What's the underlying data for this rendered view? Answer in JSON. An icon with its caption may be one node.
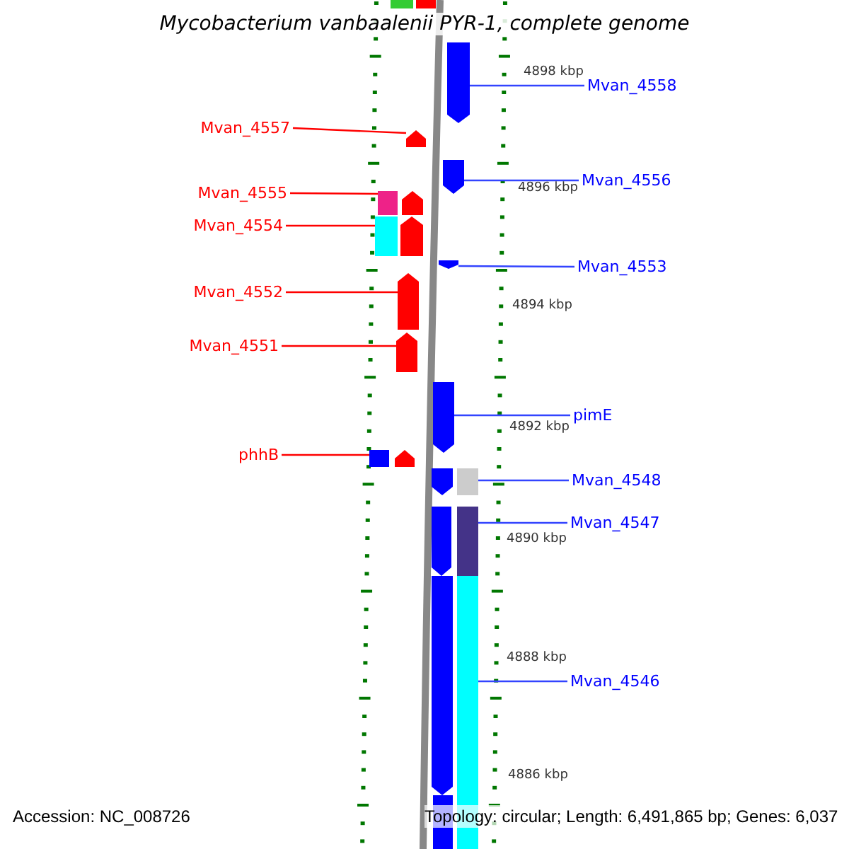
{
  "diagram": {
    "title": "Mycobacterium vanbaalenii PYR-1, complete genome",
    "nodes": [
      {
        "text": [
          "Mvan_4558"
        ]
      },
      {
        "text": [
          "Mvan_4557"
        ]
      },
      {
        "text": [
          "Mvan_4556"
        ]
      },
      {
        "text": [
          "Mvan_4555"
        ]
      },
      {
        "text": [
          "Mvan_4554"
        ]
      },
      {
        "text": [
          "Mvan_4553"
        ]
      },
      {
        "text": [
          "Mvan_4552"
        ]
      },
      {
        "text": [
          "Mvan_4551"
        ]
      },
      {
        "text": [
          "pimE"
        ]
      },
      {
        "text": [
          "phhB"
        ]
      },
      {
        "text": [
          "Mvan_4548"
        ]
      },
      {
        "text": [
          "Mvan_4547"
        ]
      },
      {
        "text": [
          "Mvan_4546"
        ]
      },
      {
        "text": [],
        "shape": "box"
      },
      {
        "text": [],
        "shape": "box"
      },
      {
        "text": [],
        "shape": "arrow"
      },
      {
        "text": [],
        "shape": "arrow"
      },
      {
        "text": [],
        "shape": "arrow"
      },
      {
        "text": [],
        "shape": "box"
      },
      {
        "text": [],
        "shape": "arrow"
      },
      {
        "text": [],
        "shape": "box"
      },
      {
        "text": [],
        "shape": "arrow"
      },
      {
        "text": [],
        "shape": "arrow"
      },
      {
        "text": [],
        "shape": "arrow"
      },
      {
        "text": [],
        "shape": "arrow"
      },
      {
        "text": [],
        "shape": "arrow"
      },
      {
        "text": [],
        "shape": "box"
      },
      {
        "text": [],
        "shape": "arrow"
      },
      {
        "text": [],
        "shape": "arrow"
      },
      {
        "text": [],
        "shape": "box"
      },
      {
        "text": [],
        "shape": "arrow"
      },
      {
        "text": [],
        "shape": "box"
      },
      {
        "text": [],
        "shape": "arrow"
      },
      {
        "text": [],
        "shape": "box"
      },
      {
        "text": [],
        "shape": "box"
      }
    ],
    "edges": [
      {
        "from": 0,
        "to": 15,
        "arrow": "none"
      },
      {
        "from": 1,
        "to": 16,
        "arrow": "none",
        "color": "#ff0000"
      },
      {
        "from": 2,
        "to": 17,
        "arrow": "none"
      },
      {
        "from": 3,
        "to": 18,
        "arrow": "none",
        "color": "#ff0000"
      },
      {
        "from": 4,
        "to": 20,
        "arrow": "none",
        "color": "#ff0000"
      },
      {
        "from": 5,
        "to": 22,
        "arrow": "none"
      },
      {
        "from": 6,
        "to": 23,
        "arrow": "none",
        "color": "#ff0000"
      },
      {
        "from": 7,
        "to": 24,
        "arrow": "none",
        "color": "#ff0000"
      },
      {
        "from": 8,
        "to": 25,
        "arrow": "none"
      },
      {
        "from": 9,
        "to": 26,
        "arrow": "none",
        "color": "#ff0000"
      },
      {
        "from": 10,
        "to": 29,
        "arrow": "none"
      },
      {
        "from": 11,
        "to": 31,
        "arrow": "none"
      },
      {
        "from": 12,
        "to": 33,
        "arrow": "none"
      }
    ],
    "labels": [
      "4898 kbp",
      "4896 kbp",
      "4894 kbp",
      "4892 kbp",
      "4890 kbp",
      "4888 kbp",
      "4886 kbp",
      "Accession: NC_008726",
      "Topology: circular; Length: 6,491,865 bp; Genes: 6,037"
    ]
  }
}
